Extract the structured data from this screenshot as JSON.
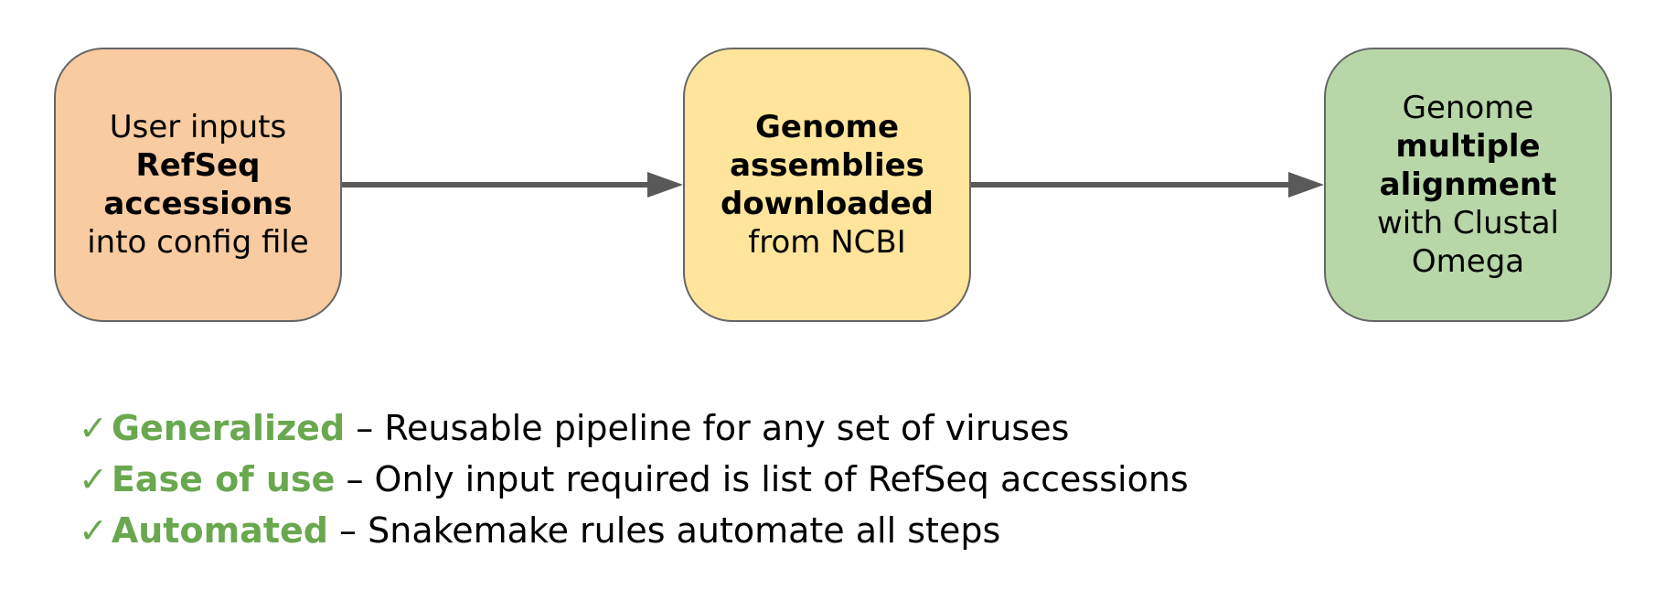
{
  "colors": {
    "box_1_fill": "#f8cba0",
    "box_2_fill": "#ffe49c",
    "box_3_fill": "#b7d7a8",
    "box_border": "#666666",
    "arrow": "#595959",
    "accent_green": "#6aa84f"
  },
  "flow": {
    "boxes": [
      {
        "lines": [
          {
            "text": "User inputs",
            "bold": false
          },
          {
            "text": "RefSeq",
            "bold": true
          },
          {
            "text": "accessions",
            "bold": true
          },
          {
            "text": "into config file",
            "bold": false
          }
        ]
      },
      {
        "lines": [
          {
            "text": "Genome",
            "bold": true
          },
          {
            "text": "assemblies",
            "bold": true
          },
          {
            "text": "downloaded",
            "bold": true
          },
          {
            "text": "from NCBI",
            "bold": false
          }
        ]
      },
      {
        "lines": [
          {
            "text": "Genome",
            "bold": false
          },
          {
            "text": "multiple",
            "bold": true
          },
          {
            "text": "alignment",
            "bold": true
          },
          {
            "text": "with Clustal",
            "bold": false
          },
          {
            "text": "Omega",
            "bold": false
          }
        ]
      }
    ]
  },
  "benefits": {
    "check_icon": "check-mark-icon",
    "check_glyph": "✓",
    "items": [
      {
        "name": "Generalized",
        "description": " – Reusable pipeline for any set of viruses"
      },
      {
        "name": "Ease of use",
        "description": " – Only input required is list of RefSeq accessions"
      },
      {
        "name": "Automated",
        "description": " – Snakemake rules automate all steps"
      }
    ]
  }
}
